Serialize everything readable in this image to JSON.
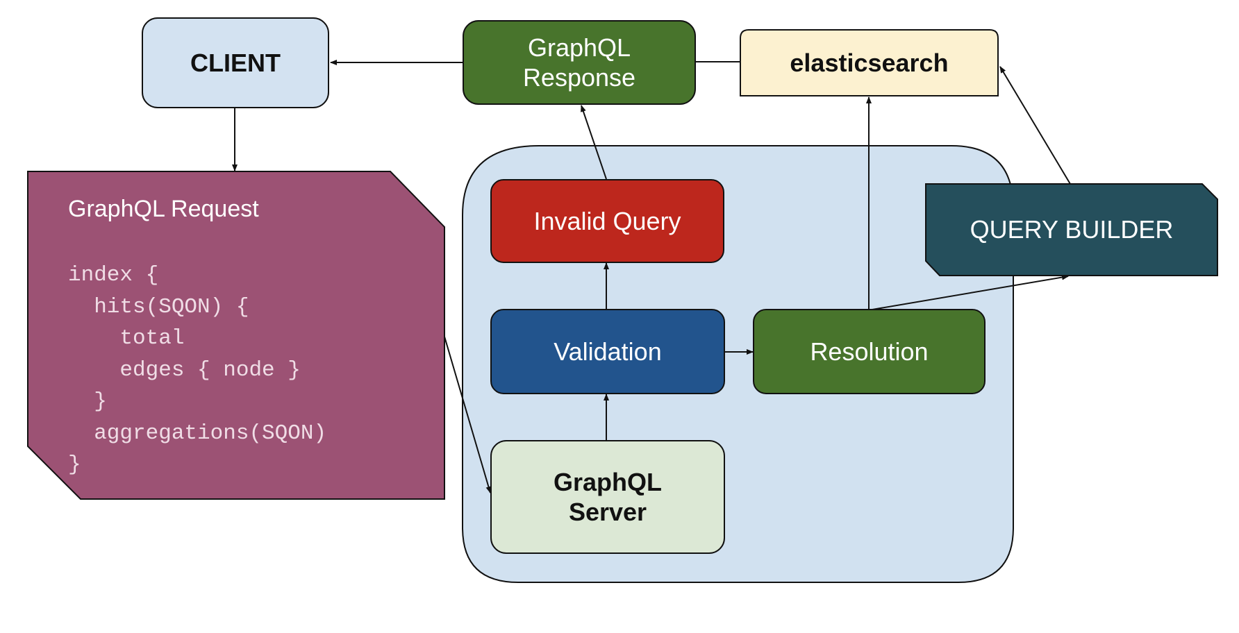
{
  "title": "GraphQL request flow through server to elasticsearch",
  "colors": {
    "client_fill": "#d3e2f1",
    "response_fill": "#48742c",
    "elasticsearch_fill": "#fcf1d0",
    "server_container_fill": "#d1e1f0",
    "invalid_query_fill": "#bd271d",
    "validation_fill": "#22548d",
    "resolution_fill": "#48742c",
    "graphql_server_fill": "#dce8d5",
    "query_builder_fill": "#254f5c",
    "request_fill": "#9c5274",
    "stroke": "#111111"
  },
  "nodes": {
    "client": {
      "label": "CLIENT"
    },
    "graphql_response": {
      "label_line1": "GraphQL",
      "label_line2": "Response"
    },
    "elasticsearch": {
      "label": "elasticsearch"
    },
    "invalid_query": {
      "label": "Invalid Query"
    },
    "validation": {
      "label": "Validation"
    },
    "resolution": {
      "label": "Resolution"
    },
    "graphql_server": {
      "label_line1": "GraphQL",
      "label_line2": "Server"
    },
    "query_builder": {
      "label": "QUERY BUILDER"
    },
    "graphql_request": {
      "title": "GraphQL Request",
      "code_lines": [
        "index {",
        "  hits(SQON) {",
        "    total",
        "    edges { node }",
        "  }",
        "  aggregations(SQON)",
        "}"
      ]
    }
  },
  "edges": [
    {
      "from": "graphql_response",
      "to": "client"
    },
    {
      "from": "client",
      "to": "graphql_request"
    },
    {
      "from": "graphql_request",
      "to": "graphql_server"
    },
    {
      "from": "graphql_server",
      "to": "validation"
    },
    {
      "from": "validation",
      "to": "invalid_query"
    },
    {
      "from": "invalid_query",
      "to": "graphql_response"
    },
    {
      "from": "validation",
      "to": "resolution"
    },
    {
      "from": "resolution",
      "to": "elasticsearch"
    },
    {
      "from": "resolution",
      "to": "query_builder"
    },
    {
      "from": "query_builder",
      "to": "elasticsearch"
    },
    {
      "from": "elasticsearch",
      "to": "graphql_response",
      "arrow": false
    }
  ]
}
